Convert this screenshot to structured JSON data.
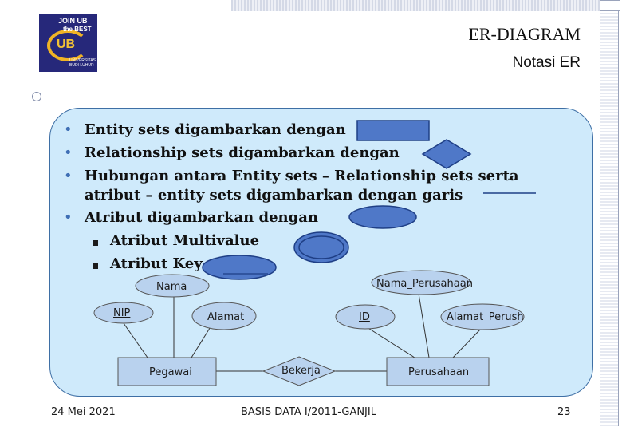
{
  "header": {
    "title": "ER-DIAGRAM",
    "subtitle": "Notasi ER"
  },
  "logo": {
    "line1": "JOIN",
    "line1b": "UB",
    "line2": "the BEST",
    "ub": "UB",
    "small": "UNIVERSITAS BUDI LUHUR"
  },
  "bullets": [
    "Entity sets digambarkan dengan",
    "Relationship sets digambarkan dengan",
    "Hubungan antara Entity sets – Relationship sets serta",
    "atribut – entity sets digambarkan dengan garis",
    "Atribut digambarkan dengan"
  ],
  "sub_bullets": [
    "Atribut Multivalue",
    "Atribut Key"
  ],
  "diagram": {
    "attributes": {
      "nama": "Nama",
      "nip": "NIP",
      "alamat": "Alamat",
      "id": "ID",
      "nama_perusahaan": "Nama_Perusahaan",
      "alamat_perush": "Alamat_Perush"
    },
    "entities": {
      "pegawai": "Pegawai",
      "perusahaan": "Perusahaan"
    },
    "relationship": "Bekerja"
  },
  "footer": {
    "date": "24 Mei 2021",
    "course": "BASIS DATA I/2011-GANJIL",
    "page": "23"
  },
  "colors": {
    "panel": "#cfeafb",
    "shape_fill": "#4f78c8",
    "diagram_fill": "#b9d2ee"
  }
}
